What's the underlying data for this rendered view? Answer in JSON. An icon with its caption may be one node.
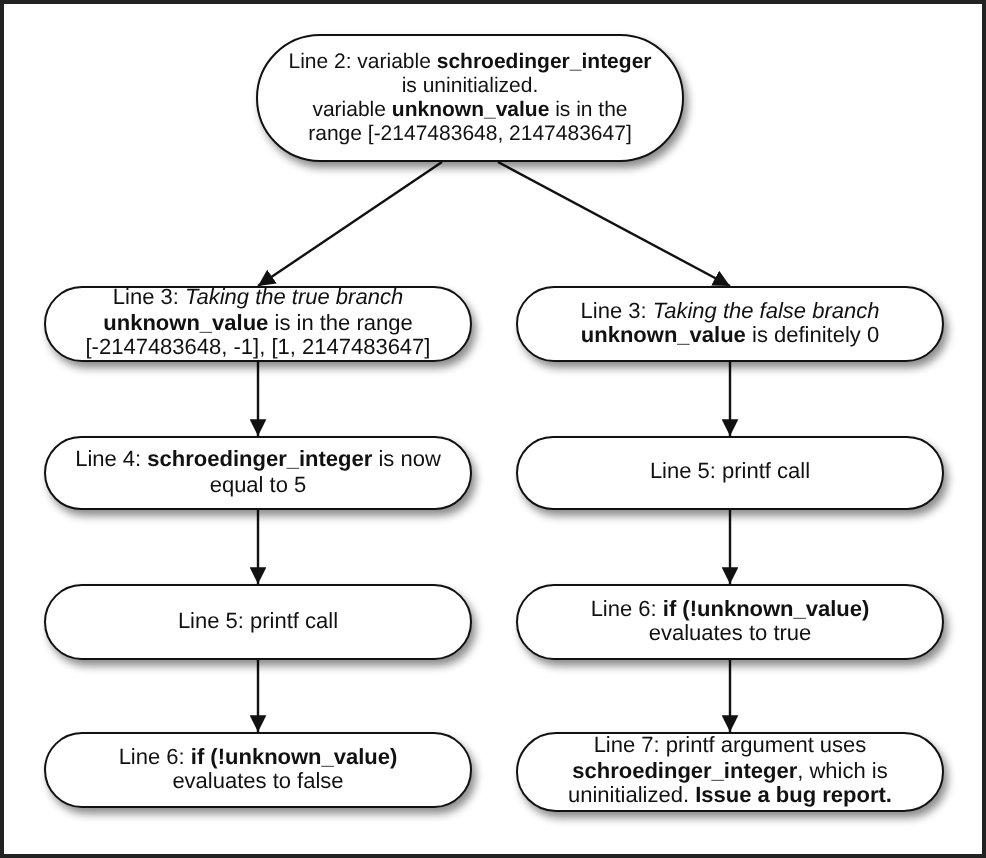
{
  "diagram": {
    "nodes": [
      {
        "text": [
          "Line 2: variable **schroedinger_integer** is uninitialized.",
          "variable **unknown_value** is in the range [-2147483648, 2147483647]"
        ]
      },
      {
        "text": [
          "Line 3: *Taking the true branch*",
          "**unknown_value** is in the range [-2147483648, -1], [1, 2147483647]"
        ]
      },
      {
        "text": [
          "Line 3: *Taking the false branch*",
          "**unknown_value** is definitely 0"
        ]
      },
      {
        "text": [
          "Line 4: **schroedinger_integer** is now equal to 5"
        ]
      },
      {
        "text": [
          "Line 5: printf call"
        ]
      },
      {
        "text": [
          "Line 5: printf call"
        ]
      },
      {
        "text": [
          "Line 6: **if (!unknown_value)** evaluates to true"
        ]
      },
      {
        "text": [
          "Line 6: **if (!unknown_value)** evaluates to false"
        ]
      },
      {
        "text": [
          "Line 7: printf argument uses **schroedinger_integer**, which is uninitialized. **Issue a bug report.**"
        ]
      }
    ],
    "edges": [
      {
        "from": 0,
        "to": 1,
        "arrow": "to"
      },
      {
        "from": 0,
        "to": 2,
        "arrow": "to"
      },
      {
        "from": 1,
        "to": 3,
        "arrow": "to"
      },
      {
        "from": 2,
        "to": 4,
        "arrow": "to"
      },
      {
        "from": 3,
        "to": 5,
        "arrow": "to"
      },
      {
        "from": 4,
        "to": 6,
        "arrow": "to"
      },
      {
        "from": 5,
        "to": 7,
        "arrow": "to"
      },
      {
        "from": 6,
        "to": 8,
        "arrow": "to"
      }
    ]
  }
}
